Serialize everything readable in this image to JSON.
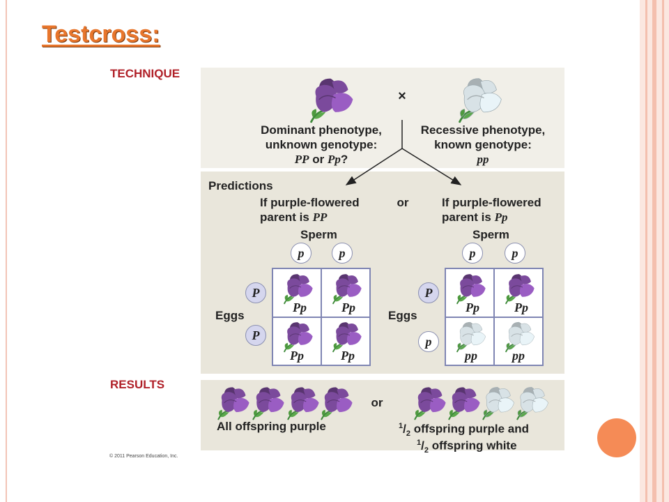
{
  "slide_title": "Testcross:",
  "technique": {
    "label": "TECHNIQUE",
    "cross_symbol": "×",
    "dominant": {
      "line1": "Dominant phenotype,",
      "line2": "unknown genotype:",
      "geno_a": "PP",
      "or": " or ",
      "geno_b": "Pp",
      "q": "?"
    },
    "recessive": {
      "line1": "Recessive phenotype,",
      "line2": "known genotype:",
      "geno": "pp"
    }
  },
  "predictions": {
    "label": "Predictions",
    "or": "or",
    "left": {
      "line1": "If purple-flowered",
      "line2_prefix": "parent is ",
      "geno": "PP",
      "sperm_label": "Sperm",
      "eggs_label": "Eggs",
      "sperm": [
        "p",
        "p"
      ],
      "eggs": [
        "P",
        "P"
      ],
      "cells": [
        "Pp",
        "Pp",
        "Pp",
        "Pp"
      ]
    },
    "right": {
      "line1": "If purple-flowered",
      "line2_prefix": "parent is ",
      "geno": "Pp",
      "sperm_label": "Sperm",
      "eggs_label": "Eggs",
      "sperm": [
        "p",
        "p"
      ],
      "eggs": [
        "P",
        "p"
      ],
      "cells": [
        "Pp",
        "Pp",
        "pp",
        "pp"
      ]
    }
  },
  "results": {
    "label": "RESULTS",
    "or": "or",
    "left_text": "All offspring purple",
    "right_line1": "offspring purple and",
    "right_line2": "offspring white",
    "half_num": "1",
    "half_den": "2"
  },
  "copyright": "© 2011 Pearson Education, Inc.",
  "colors": {
    "purple": "#7b4a9c",
    "white_flower": "#d8e2e6",
    "title": "#e8762c",
    "section": "#b02028",
    "accent": "#f58b56"
  }
}
